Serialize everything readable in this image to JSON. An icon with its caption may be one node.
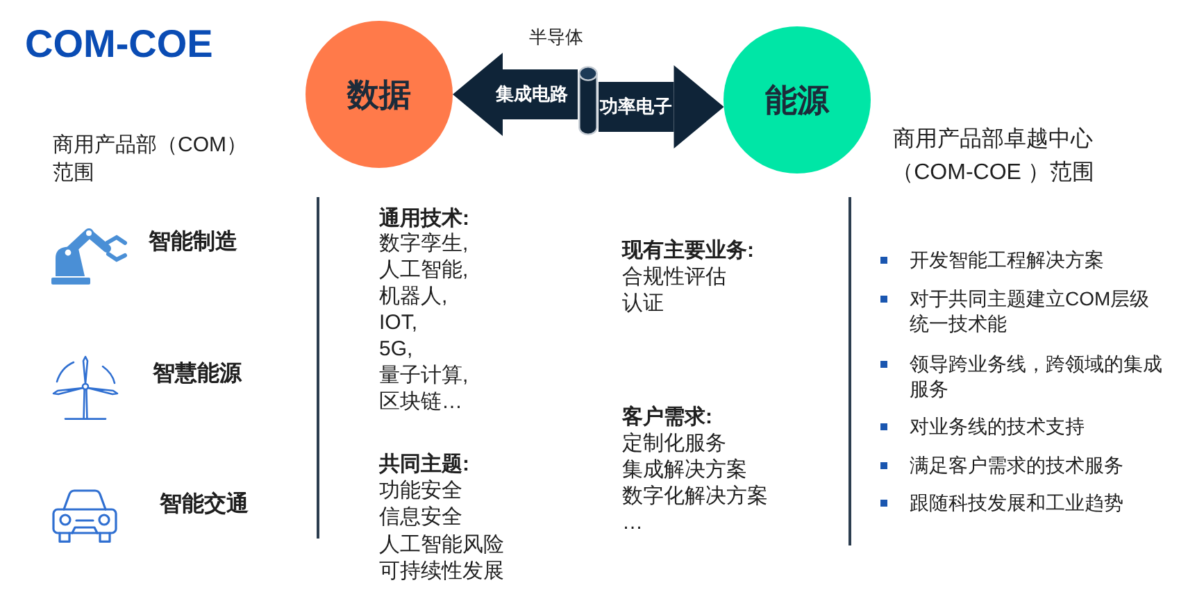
{
  "diagram": {
    "title": "COM-COE",
    "nodes": [
      {
        "text": [
          "数据"
        ]
      },
      {
        "text": [
          "能源"
        ]
      },
      {
        "text": [],
        "shape": "cylinder",
        "beside": [
          "半导体"
        ]
      }
    ],
    "edges": [
      {
        "from": 2,
        "to": 0,
        "arrow": "to",
        "label": "集成电路"
      },
      {
        "from": 2,
        "to": 1,
        "arrow": "to",
        "label": "功率电子"
      }
    ],
    "labels": [
      "商用产品部（COM）范围",
      "智能制造",
      "智慧能源",
      "智能交通",
      "通用技术:",
      "数字孪生,",
      "人工智能,",
      "机器人,",
      "IOT,",
      "5G,",
      "量子计算,",
      "区块链…",
      "共同主题:",
      "功能安全",
      "信息安全",
      "人工智能风险",
      "可持续性发展",
      "现有主要业务:",
      "合规性评估",
      "认证",
      "客户需求:",
      "定制化服务",
      "集成解决方案",
      "数字化解决方案",
      "…",
      "商用产品部卓越中心（COM-COE ）范围",
      "开发智能工程解决方案",
      "对于共同主题建立COM层级统一技术能",
      "领导跨业务线，跨领域的集成服务",
      "对业务线的技术支持",
      "满足客户需求的技术服务",
      "跟随科技发展和工业趋势"
    ]
  }
}
